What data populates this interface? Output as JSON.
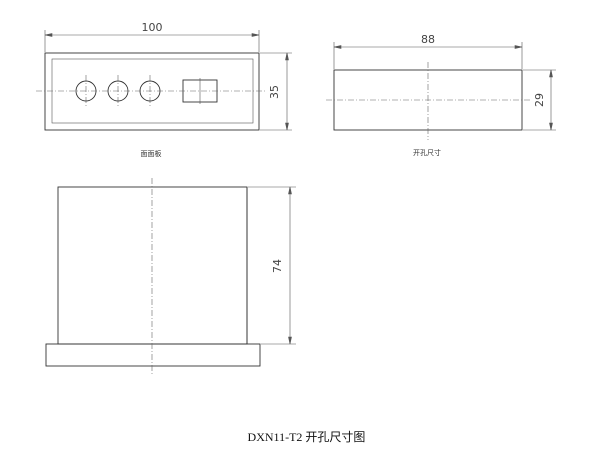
{
  "front_view": {
    "dim_width": "100",
    "dim_height": "35",
    "label": "面面板"
  },
  "cutout_view": {
    "dim_width": "88",
    "dim_height": "29",
    "label": "开孔尺寸"
  },
  "side_view": {
    "dim_depth": "74"
  },
  "caption": "DXN11-T2 开孔尺寸图"
}
